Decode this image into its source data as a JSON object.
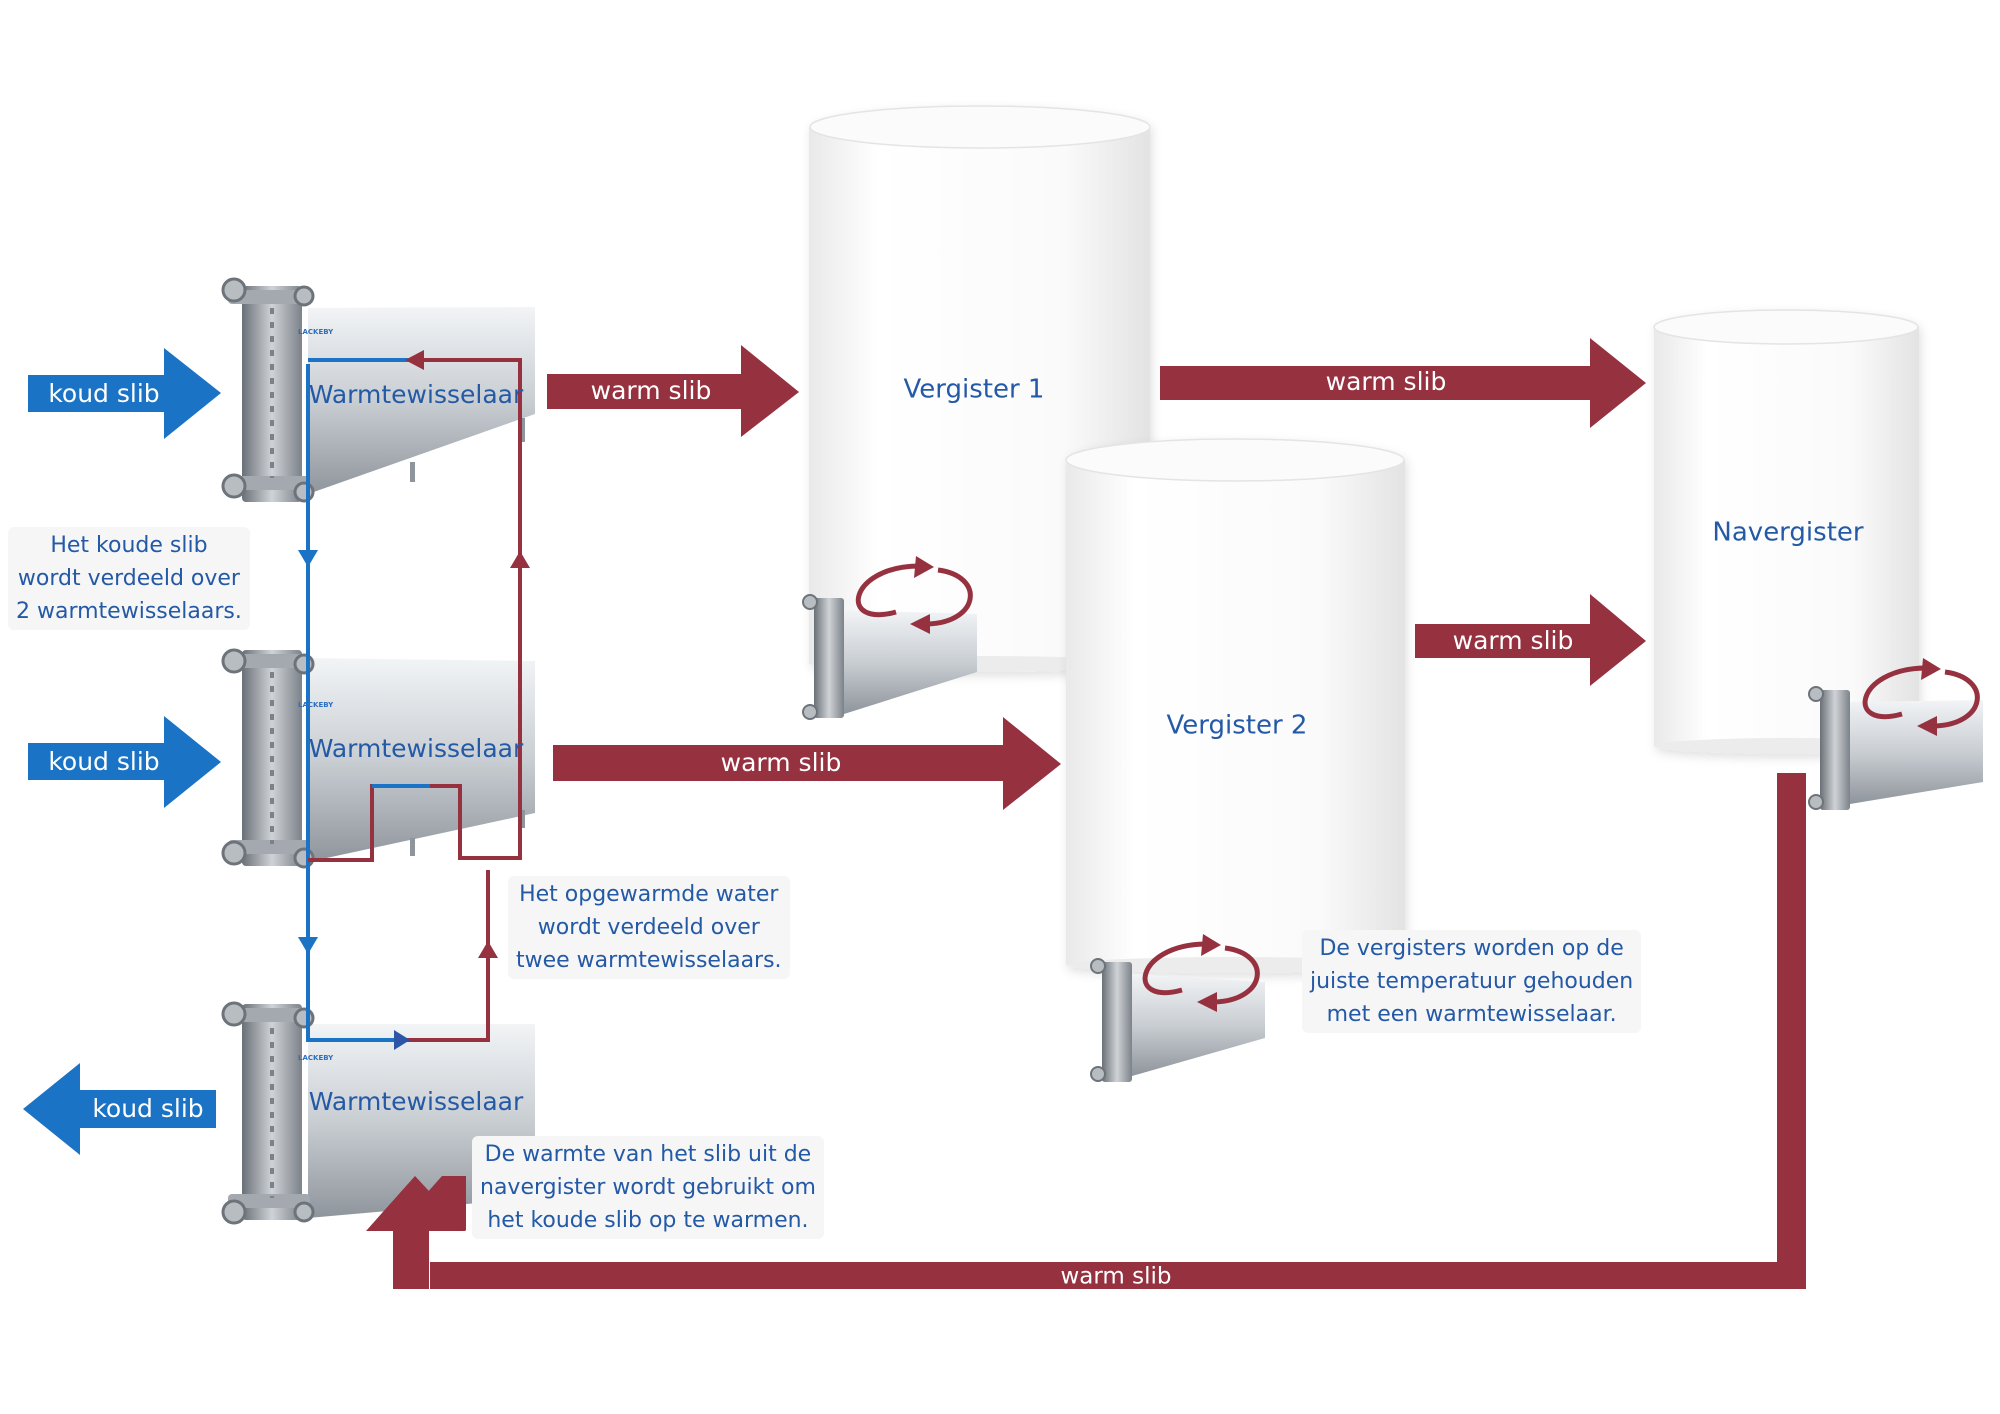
{
  "colors": {
    "cold": "#1a73c4",
    "warm": "#963140",
    "text_blue": "#2459a6"
  },
  "flows": {
    "cold_in_1": "koud slib",
    "cold_in_2": "koud slib",
    "cold_out": "koud slib",
    "warm_to_v1": "warm slib",
    "warm_to_v2": "warm slib",
    "warm_v1_to_nav": "warm slib",
    "warm_v2_to_nav": "warm slib",
    "warm_return": "warm slib"
  },
  "exchangers": {
    "hx1": "Warmtewisselaar",
    "hx2": "Warmtewisselaar",
    "hx3": "Warmtewisselaar",
    "brand": "LACKEBY"
  },
  "tanks": {
    "v1": "Vergister 1",
    "v2": "Vergister 2",
    "nav": "Navergister"
  },
  "notes": {
    "cold_split": [
      "Het koude slib",
      "wordt verdeeld over",
      "2 warmtewisselaars."
    ],
    "water_split": [
      "Het opgewarmde water",
      "wordt verdeeld over",
      "twee warmtewisselaars."
    ],
    "digesters": [
      "De vergisters worden op de",
      "juiste temperatuur gehouden",
      "met een warmtewisselaar."
    ],
    "heat_reuse": [
      "De warmte van het slib uit de",
      "navergister wordt gebruikt om",
      "het koude slib op te warmen."
    ]
  }
}
